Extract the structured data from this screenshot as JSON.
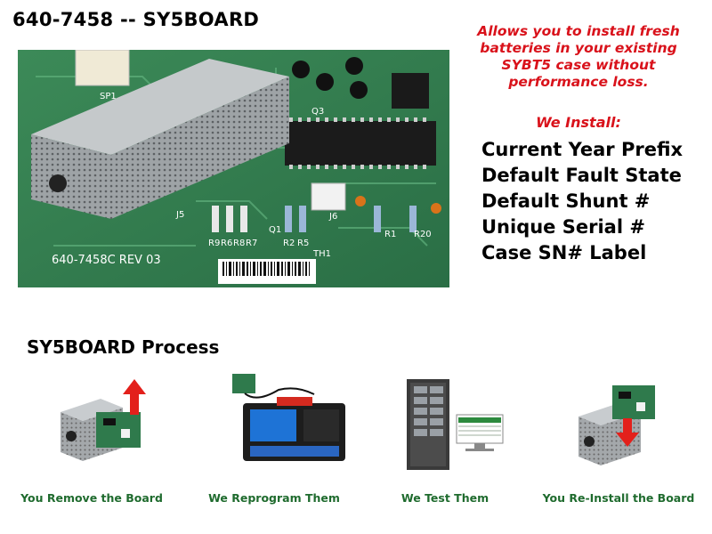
{
  "header": {
    "title": "640-7458  -- SY5BOARD"
  },
  "hero": {
    "board_silkscreen": "640-7458C REV 03",
    "component_labels": [
      "SP1",
      "J5",
      "Q3",
      "Q1",
      "R9",
      "R6",
      "R8",
      "R7",
      "R2",
      "R5",
      "TH1",
      "J6",
      "R1",
      "R20"
    ]
  },
  "tagline": {
    "text": "Allows you to install fresh batteries in your existing SYBT5 case without performance loss."
  },
  "install": {
    "heading": "We Install:",
    "items": [
      "Current Year Prefix",
      "Default Fault State",
      "Default Shunt #",
      "Unique Serial #",
      "Case SN# Label"
    ]
  },
  "process": {
    "title": "SY5BOARD Process",
    "steps": [
      {
        "label": "You Remove the Board",
        "icon": "remove-board-icon"
      },
      {
        "label": "We Reprogram Them",
        "icon": "programmer-device-icon"
      },
      {
        "label": "We Test Them",
        "icon": "test-station-icon"
      },
      {
        "label": "You Re-Install the Board",
        "icon": "reinstall-board-icon"
      }
    ]
  },
  "colors": {
    "accent_red": "#d9121b",
    "label_green": "#1f6b2e",
    "pcb_green": "#2f7a4c"
  }
}
